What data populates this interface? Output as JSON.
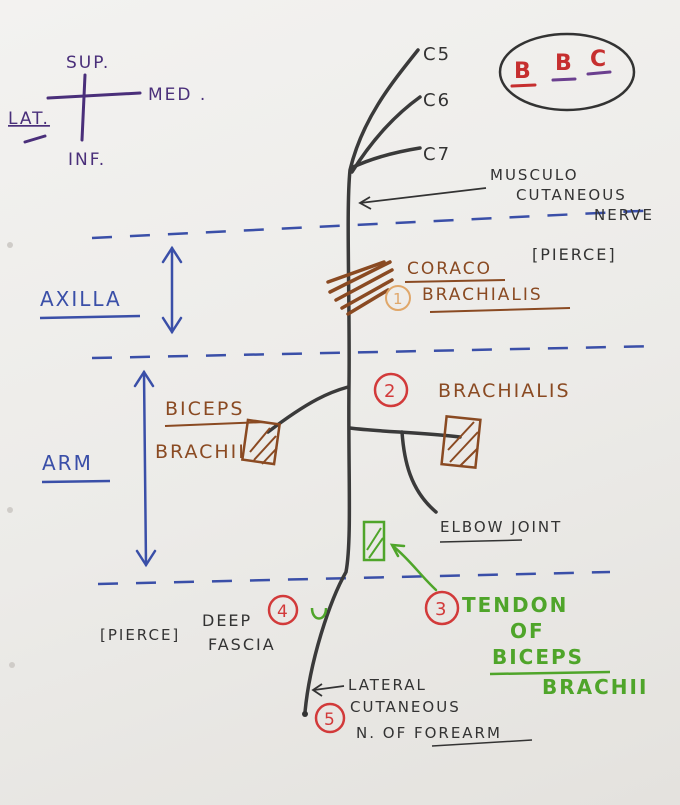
{
  "orientation": {
    "superior": "SUP.",
    "medial": "MED .",
    "lateral": "LAT.",
    "inferior": "INF."
  },
  "mnemonic": {
    "letters": [
      "B",
      "B",
      "C"
    ],
    "underline_colors": [
      "#c62f2f",
      "#6b3f8f",
      "#6b3f8f"
    ]
  },
  "roots": [
    "C5",
    "C6",
    "C7"
  ],
  "nerve_label": [
    "MUSCULO",
    "CUTANEOUS",
    "NERVE"
  ],
  "regions": {
    "axilla": "AXILLA",
    "arm": "ARM"
  },
  "steps": [
    {
      "number": "1",
      "lines": [
        "CORACO",
        "BRACHIALIS"
      ],
      "note": "[PIERCE]"
    },
    {
      "number": "2",
      "lines": [
        "BRACHIALIS"
      ]
    },
    {
      "number": "3",
      "lines": [
        "TENDON",
        "OF",
        "BICEPS",
        "BRACHII"
      ]
    },
    {
      "number": "4",
      "lines": [
        "DEEP",
        "FASCIA"
      ],
      "note": "[PIERCE]"
    },
    {
      "number": "5",
      "lines": [
        "LATERAL",
        "CUTANEOUS",
        "N. OF FOREARM"
      ]
    }
  ],
  "muscle_labels": {
    "biceps": [
      "BICEPS",
      "BRACHII"
    ],
    "elbow": "ELBOW JOINT"
  },
  "colors": {
    "ink_blue": "#3a4fa8",
    "ink_purple": "#4a2f7a",
    "ink_brown": "#8a4a22",
    "ink_red": "#d23a3a",
    "ink_green": "#4fa52a",
    "ink_black": "#3a3a3a",
    "circle_orange": "#e0a76a"
  }
}
